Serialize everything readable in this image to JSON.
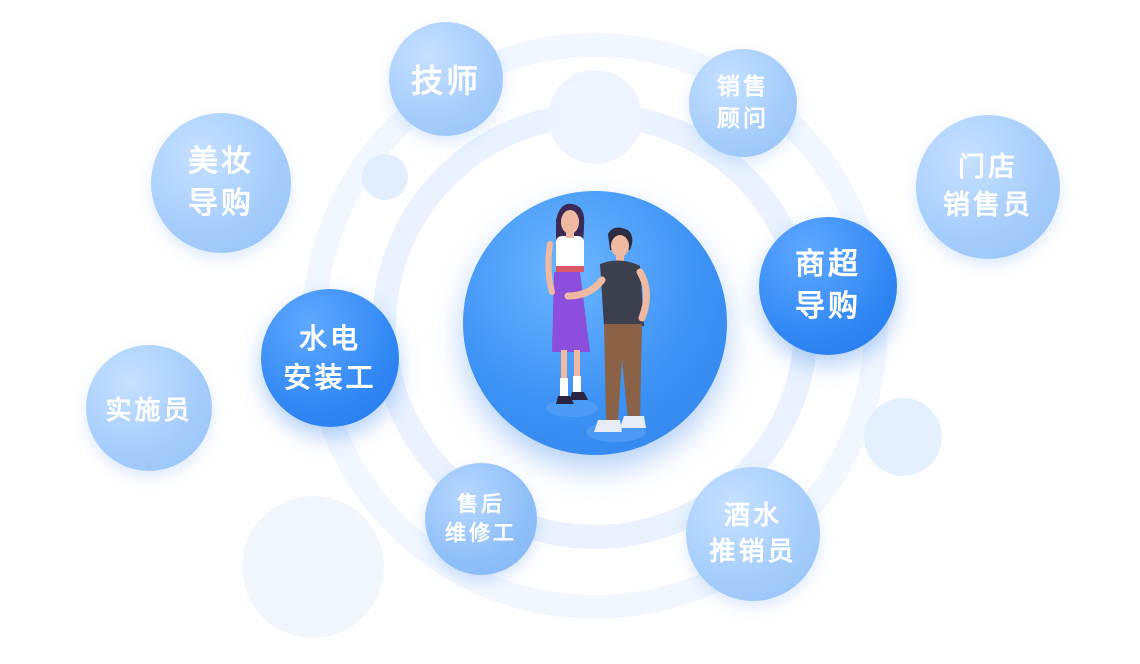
{
  "roles": [
    {
      "id": "technician",
      "lines": [
        "技师"
      ]
    },
    {
      "id": "sales-consultant",
      "lines": [
        "销售",
        "顾问"
      ]
    },
    {
      "id": "store-salesperson",
      "lines": [
        "门店",
        "销售员"
      ]
    },
    {
      "id": "beauty-guide",
      "lines": [
        "美妆",
        "导购"
      ]
    },
    {
      "id": "mall-guide",
      "lines": [
        "商超",
        "导购"
      ]
    },
    {
      "id": "plumber-electrician",
      "lines": [
        "水电",
        "安装工"
      ]
    },
    {
      "id": "implementer",
      "lines": [
        "实施员"
      ]
    },
    {
      "id": "after-sales-repair",
      "lines": [
        "售后",
        "维修工"
      ]
    },
    {
      "id": "liquor-promoter",
      "lines": [
        "酒水",
        "推销员"
      ]
    }
  ],
  "colors": {
    "accent": "#2f86f3",
    "light_bubble": "#a4ccfb",
    "ring": "#eaf3fe"
  }
}
